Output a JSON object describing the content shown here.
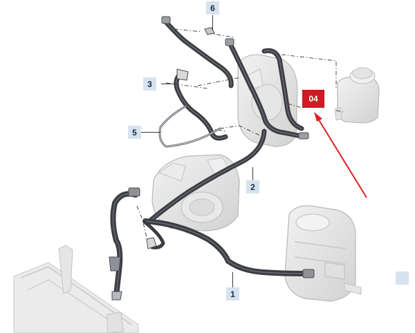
{
  "diagram": {
    "callouts": [
      {
        "id": "c6",
        "label": "6"
      },
      {
        "id": "c3",
        "label": "3"
      },
      {
        "id": "c5",
        "label": "5"
      },
      {
        "id": "c2",
        "label": "2"
      },
      {
        "id": "c1",
        "label": "1"
      }
    ],
    "highlight": {
      "label": "04",
      "color": "#d21a22"
    },
    "colors": {
      "hose": "#3b3d42",
      "hose_highlight": "#6a6d74",
      "component": "#e4e4e4",
      "component_outline": "#b8b8b8",
      "callout_bg": "#d7e2ef",
      "arrow": "#e02020",
      "dash": "#333333"
    }
  }
}
